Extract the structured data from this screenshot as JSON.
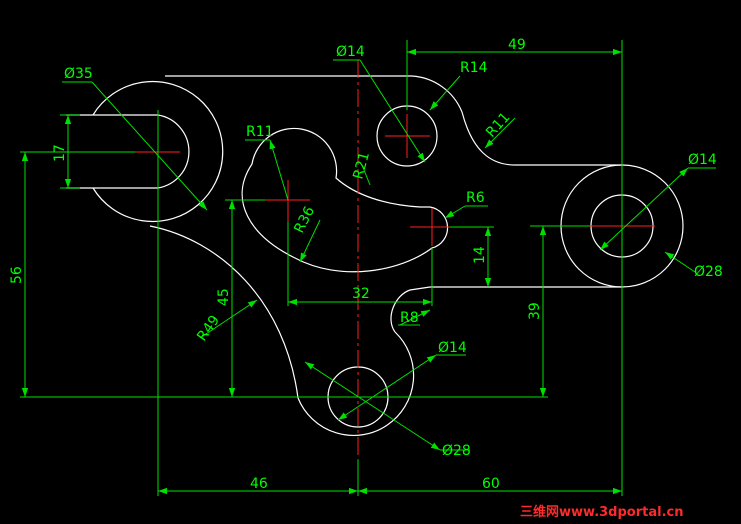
{
  "dimensions": {
    "d35": "Ø35",
    "d14_top": "Ø14",
    "r14": "R14",
    "d49": "49",
    "r11_right": "R11",
    "r11_slot": "R11",
    "r21": "R21",
    "r36": "R36",
    "r6": "R6",
    "d17": "17",
    "d14_right": "Ø14",
    "d28_right": "Ø28",
    "d56": "56",
    "d45": "45",
    "d32": "32",
    "d14_vert": "14",
    "d39": "39",
    "r8": "R8",
    "r49": "R49",
    "d14_bottom": "Ø14",
    "d28_bottom": "Ø28",
    "d46": "46",
    "d60": "60"
  },
  "watermark": "三维网www.3dportal.cn"
}
